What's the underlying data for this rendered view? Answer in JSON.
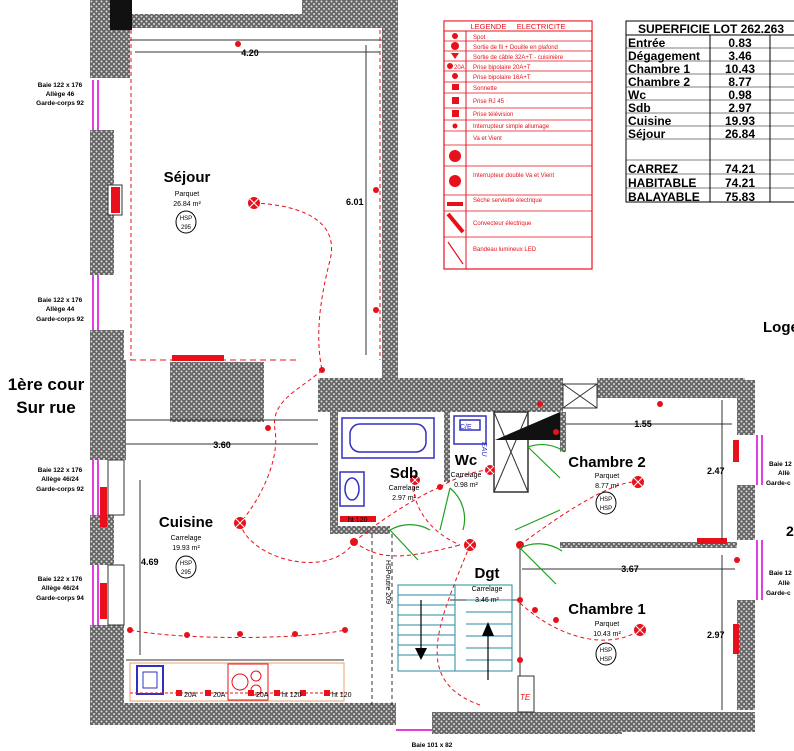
{
  "street": {
    "line1": "1ère cour",
    "line2": "Sur rue"
  },
  "logement_partial": "Loge",
  "window_labels": [
    {
      "lines": [
        "Baie 122 x 176",
        "Allège 46",
        "Garde-corps 92"
      ]
    },
    {
      "lines": [
        "Baie 122 x 176",
        "Allège 44",
        "Garde-corps 92"
      ]
    },
    {
      "lines": [
        "Baie 122 x 176",
        "Allège 46/24",
        "Garde-corps 92"
      ]
    },
    {
      "lines": [
        "Baie 122 x 176",
        "Allège 46/24",
        "Garde-corps 94"
      ]
    },
    {
      "lines": [
        "Baie 101 x 82"
      ]
    },
    {
      "lines": [
        "Baie 12",
        "Allè",
        "Garde-c"
      ]
    },
    {
      "lines": [
        "Baie 12",
        "Allè",
        "Garde-c"
      ]
    }
  ],
  "rooms": {
    "sejour": {
      "name": "Séjour",
      "floor": "Parquet",
      "area": "26.84 m²",
      "hsp": [
        "HSP",
        "295"
      ]
    },
    "cuisine": {
      "name": "Cuisine",
      "floor": "Carrelage",
      "area": "19.93 m²",
      "hsp": [
        "HSP",
        "295"
      ]
    },
    "sdb": {
      "name": "Sdb",
      "floor": "Carrelage",
      "area": "2.97 m²"
    },
    "wc": {
      "name": "Wc",
      "floor": "Carrelage",
      "area": "0.98 m²"
    },
    "dgt": {
      "name": "Dgt",
      "floor": "Carrelage",
      "area": "3.46 m²"
    },
    "chambre2": {
      "name": "Chambre 2",
      "floor": "Parquet",
      "area": "8.77 m²",
      "hsp": [
        "HSP",
        "HSP"
      ]
    },
    "chambre1": {
      "name": "Chambre 1",
      "floor": "Parquet",
      "area": "10.43 m²",
      "hsp": [
        "HSP",
        "HSP"
      ]
    }
  },
  "dimensions": {
    "d420": "4.20",
    "d601": "6.01",
    "d360": "3.60",
    "d469": "4.69",
    "d155": "1.55",
    "d367": "3.67",
    "d247": "2.47",
    "d297": "2.97",
    "d2": "2",
    "hspoutre": "HSPoutre 209"
  },
  "fixtures": {
    "ce": "C/E",
    "eau": "EAU",
    "te": "TE",
    "ht120a": "ht 120",
    "ht120b": "ht 120",
    "ht120c": "ht 120",
    "p20a1": "20A",
    "p20a2": "20A",
    "p20a3": "20A"
  },
  "legend": {
    "title": "LEGENDE     ELECTRICITE",
    "items": [
      "Spot",
      "Sortie de fil + Douille  en  plafond",
      "Sortie de câble 32A+T - cuisinière",
      "Prise bipolaire  20A+T",
      "Prise bipolaire  16A+T",
      "Sonnette",
      "Prise RJ 45",
      "Prise  télévision",
      "Interrupteur simple allumage",
      "Va et Vient",
      "Interrupteur double Va et Vient",
      "Sèche serviette électrique",
      "Convecteur électrique",
      "Bandeau lumineux LED"
    ],
    "symbol_text_20a": "20A",
    "accent_color": "#e8101a"
  },
  "surface_table": {
    "title": "SUPERFICIE LOT 262.263",
    "rows": [
      {
        "label": "Entrée",
        "value": "0.83"
      },
      {
        "label": "Dégagement",
        "value": "3.46"
      },
      {
        "label": "Chambre 1",
        "value": "10.43"
      },
      {
        "label": "Chambre 2",
        "value": "8.77"
      },
      {
        "label": "Wc",
        "value": "0.98"
      },
      {
        "label": "Sdb",
        "value": "2.97"
      },
      {
        "label": "Cuisine",
        "value": "19.93"
      },
      {
        "label": "Séjour",
        "value": "26.84"
      }
    ],
    "totals": [
      {
        "label": "CARREZ",
        "value": "74.21"
      },
      {
        "label": "HABITABLE",
        "value": "74.21"
      },
      {
        "label": "BALAYABLE",
        "value": "75.83"
      }
    ]
  },
  "colors": {
    "wall": "#3a3a3a",
    "electric": "#e8101a",
    "door": "#20a020",
    "stair": "#2a8aa0",
    "window": "#e040e0",
    "fixture": "#3030c0"
  }
}
